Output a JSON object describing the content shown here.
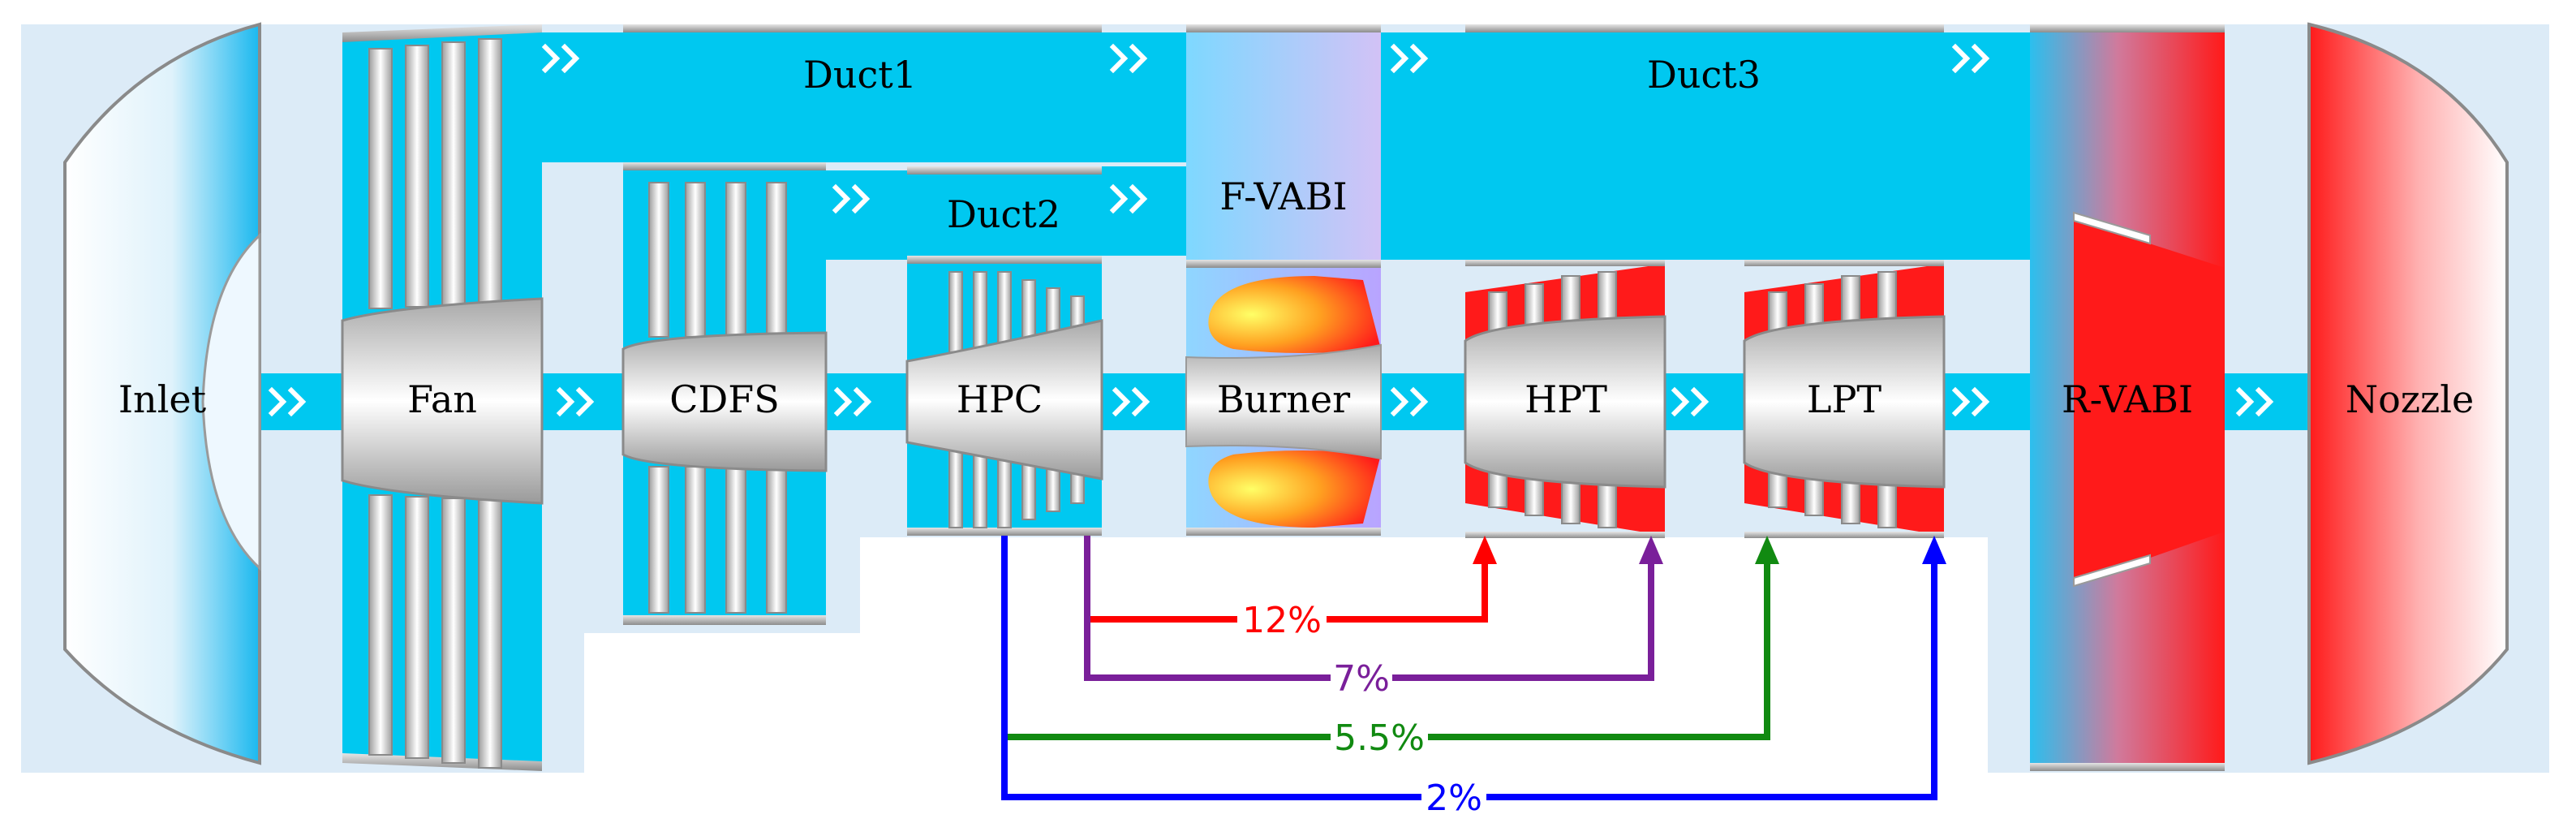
{
  "components": {
    "inlet": "Inlet",
    "fan": "Fan",
    "cdfs": "CDFS",
    "hpc": "HPC",
    "burner": "Burner",
    "hpt": "HPT",
    "lpt": "LPT",
    "rvabi": "R-VABI",
    "nozzle": "Nozzle",
    "duct1": "Duct1",
    "duct2": "Duct2",
    "duct3": "Duct3",
    "fvabi": "F-VABI"
  },
  "bleeds": [
    {
      "id": "bleed-hpt",
      "label": "12%",
      "color": "#ff0000"
    },
    {
      "id": "bleed-hpt-rear",
      "label": "7%",
      "color": "#7a1f9a"
    },
    {
      "id": "bleed-lpt",
      "label": "5.5%",
      "color": "#118a11"
    },
    {
      "id": "bleed-lpt-rear",
      "label": "2%",
      "color": "#0000ff"
    }
  ],
  "colors": {
    "flow": "#00c8f0",
    "panel": "#dcebf7",
    "hot": "#ff1a1a",
    "casing": "#b8b8b8"
  },
  "icons": [
    "flow-chevron-icon",
    "compressor-blade-icon",
    "turbine-blade-icon",
    "flame-icon"
  ]
}
